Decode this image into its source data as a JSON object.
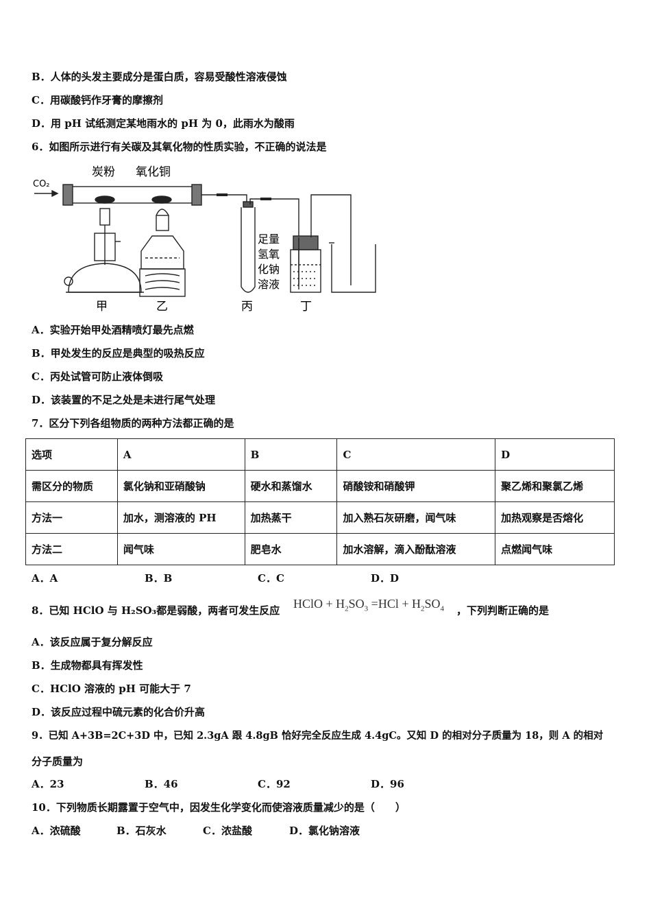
{
  "q5_options": {
    "B": "B．人体的头发主要成分是蛋白质，容易受酸性溶液侵蚀",
    "C": "C．用碳酸钙作牙膏的摩擦剂",
    "D": "D．用 pH 试纸测定某地雨水的 pH 为 0，此雨水为酸雨"
  },
  "q6": {
    "stem": "6．如图所示进行有关碳及其氧化物的性质实验，不正确的说法是",
    "figure": {
      "co2": "CO₂",
      "carbon": "炭粉",
      "cuo": "氧化铜",
      "naoh": [
        "足量",
        "氢氧",
        "化钠",
        "溶液"
      ],
      "jia": "甲",
      "yi": "乙",
      "bing": "丙",
      "ding": "丁"
    },
    "A": "A．实验开始甲处酒精喷灯最先点燃",
    "B": "B．甲处发生的反应是典型的吸热反应",
    "C": "C．丙处试管可防止液体倒吸",
    "D": "D．该装置的不足之处是未进行尾气处理"
  },
  "q7": {
    "stem": "7．区分下列各组物质的两种方法都正确的是",
    "table": [
      [
        "选项",
        "A",
        "B",
        "C",
        "D"
      ],
      [
        "需区分的物质",
        "氯化钠和亚硝酸钠",
        "硬水和蒸馏水",
        "硝酸铵和硝酸钾",
        "聚乙烯和聚氯乙烯"
      ],
      [
        "方法一",
        "加水，测溶液的 PH",
        "加热蒸干",
        "加入熟石灰研磨，闻气味",
        "加热观察是否熔化"
      ],
      [
        "方法二",
        "闻气味",
        "肥皂水",
        "加水溶解，滴入酚酞溶液",
        "点燃闻气味"
      ]
    ],
    "A": "A．A",
    "B": "B．B",
    "C": "C．C",
    "D": "D．D"
  },
  "q8": {
    "stem_a": "8．已知 HClO 与 H₂SO₃都是弱酸，两者可发生反应",
    "stem_b": "，下列判断正确的是",
    "A": "A．该反应属于复分解反应",
    "B": "B．生成物都具有挥发性",
    "C": "C．HClO 溶液的 pH 可能大于 7",
    "D": "D．该反应过程中硫元素的化合价升高"
  },
  "q9": {
    "stem1": "9．已知 A+3B=2C+3D 中，已知 2.3gA 跟 4.8gB 恰好完全反应生成 4.4gC。又知 D 的相对分子质量为 18，则 A 的相对",
    "stem2": "分子质量为",
    "A": "A．23",
    "B": "B．46",
    "C": "C．92",
    "D": "D．96"
  },
  "q10": {
    "stem": "10．下列物质长期露置于空气中，因发生化学变化而使溶液质量减少的是（　　）",
    "A": "A．浓硫酸",
    "B": "B．石灰水",
    "C": "C．浓盐酸",
    "D": "D．氯化钠溶液"
  }
}
